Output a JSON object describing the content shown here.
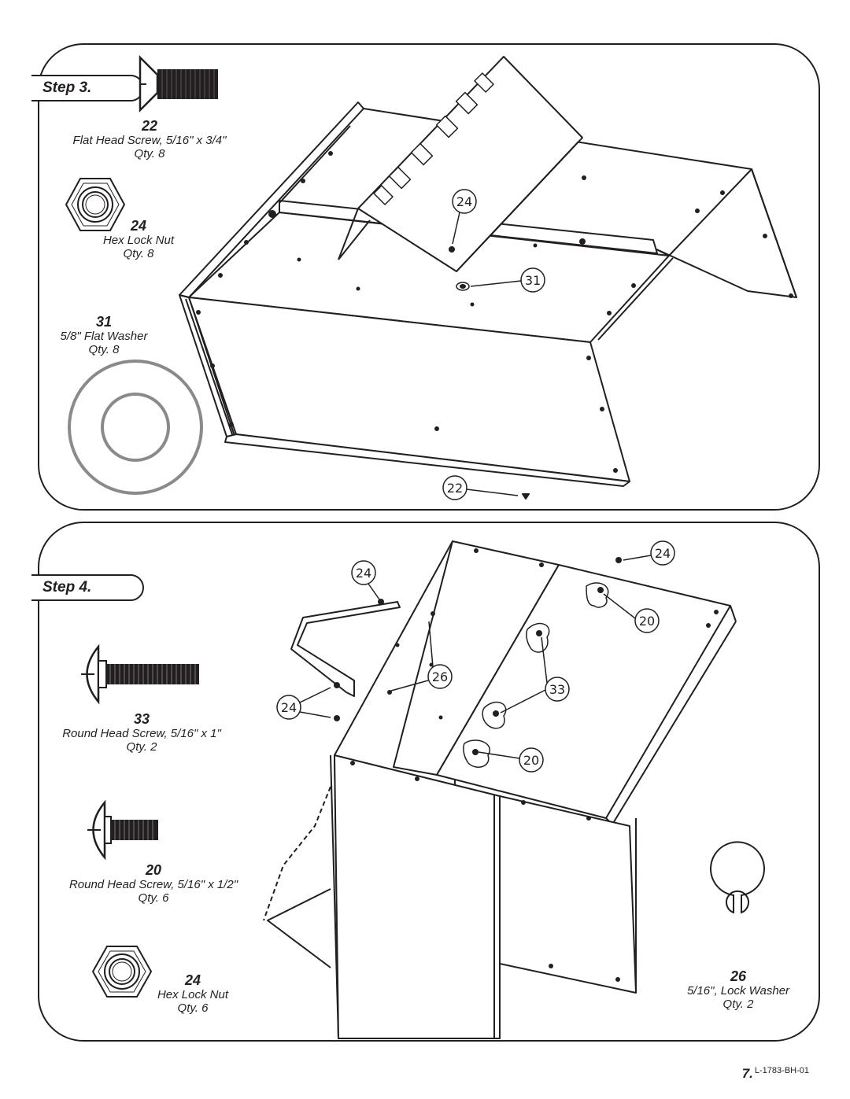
{
  "step3": {
    "label": "Step 3.",
    "parts": [
      {
        "num": "22",
        "name": "Flat Head Screw, 5/16\" x 3/4\"",
        "qty": "Qty. 8"
      },
      {
        "num": "24",
        "name": "Hex Lock Nut",
        "qty": "Qty. 8"
      },
      {
        "num": "31",
        "name": "5/8\" Flat Washer",
        "qty": "Qty. 8"
      }
    ],
    "callouts": [
      "24",
      "31",
      "22"
    ]
  },
  "step4": {
    "label": "Step 4.",
    "parts": [
      {
        "num": "33",
        "name": "Round Head Screw, 5/16\" x 1\"",
        "qty": "Qty. 2"
      },
      {
        "num": "20",
        "name": "Round Head Screw, 5/16\" x 1/2\"",
        "qty": "Qty. 6"
      },
      {
        "num": "24",
        "name": "Hex Lock Nut",
        "qty": "Qty. 6"
      },
      {
        "num": "26",
        "name": "5/16\", Lock Washer",
        "qty": "Qty. 2"
      }
    ],
    "callouts": [
      "24",
      "24",
      "26",
      "24",
      "20",
      "33",
      "20"
    ]
  },
  "footer": {
    "page": "7.",
    "doc_code": "L-1783-BH-01"
  }
}
